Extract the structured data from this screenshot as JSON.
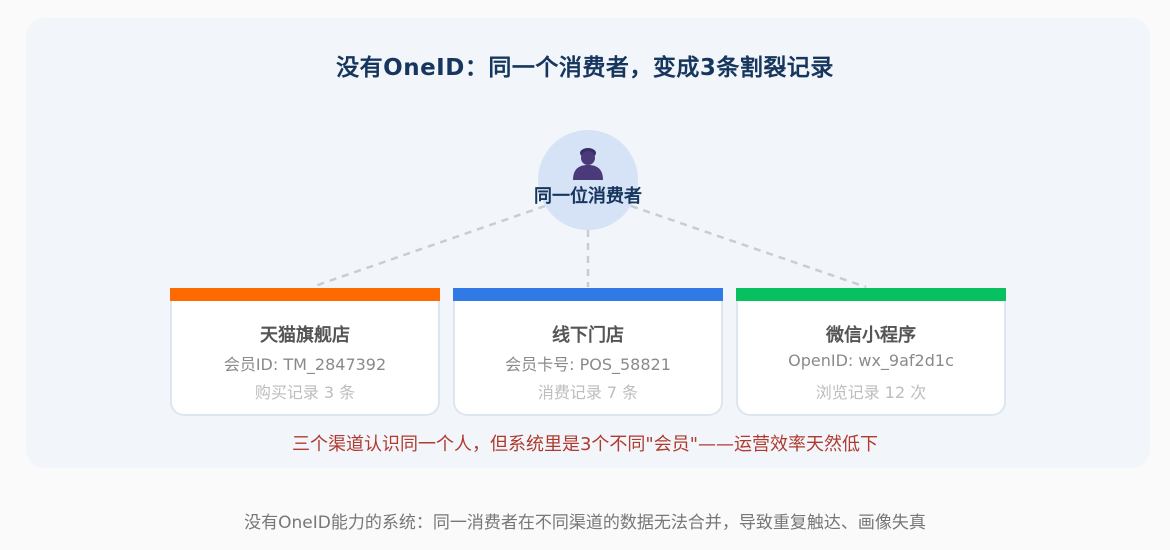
{
  "title": "没有OneID：同一个消费者，变成3条割裂记录",
  "consumer": {
    "label": "同一位消费者",
    "icon": "person-icon",
    "circle_color": "#d6e2f5",
    "icon_color": "#4a3a7a"
  },
  "channels": [
    {
      "name": "天猫旗舰店",
      "id_text": "会员ID: TM_2847392",
      "stat_text": "购买记录 3 条",
      "color": "#ff6a00"
    },
    {
      "name": "线下门店",
      "id_text": "会员卡号: POS_58821",
      "stat_text": "消费记录 7 条",
      "color": "#2f7ae5"
    },
    {
      "name": "微信小程序",
      "id_text": "OpenID: wx_9af2d1c",
      "stat_text": "浏览记录 12 次",
      "color": "#07c160"
    }
  ],
  "warning": "三个渠道认识同一个人，但系统里是3个不同\"会员\"——运营效率天然低下",
  "caption": "没有OneID能力的系统：同一消费者在不同渠道的数据无法合并，导致重复触达、画像失真",
  "colors": {
    "title": "#17365d",
    "warning": "#b03a2e",
    "panel_bg": "#f2f6fb",
    "connector": "#c5cdd6"
  }
}
